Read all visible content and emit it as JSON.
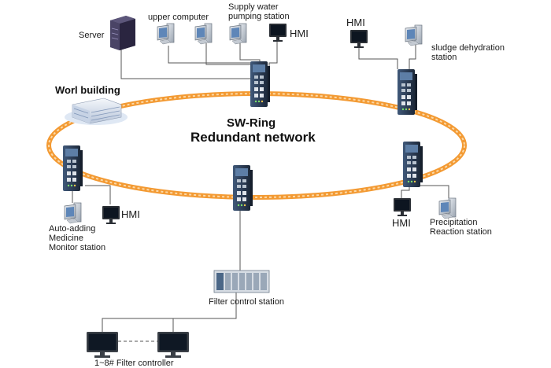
{
  "title": {
    "line1": "SW-Ring",
    "line2": "Redundant network"
  },
  "labels": {
    "server": "Server",
    "upper_computer": "upper computer",
    "supply_water_1": "Supply water",
    "supply_water_2": "pumping station",
    "hmi_top": "HMI",
    "hmi_top_right": "HMI",
    "sludge_1": "sludge dehydration",
    "sludge_2": "station",
    "world_building": "Worl building",
    "auto_1": "Auto-adding",
    "auto_2": "Medicine",
    "auto_3": "Monitor station",
    "hmi_left": "HMI",
    "hmi_right": "HMI",
    "precip_1": "Precipitation",
    "precip_2": "Reaction station",
    "filter_control": "Filter control station",
    "filter_controller": "1~8# Filter controller"
  },
  "colors": {
    "ring_outer": "#f39a33",
    "ring_inner": "#f8c98a",
    "switch_body": "#2a3a52",
    "switch_side": "#4c6b8f",
    "monitor_frame": "#5a5f66",
    "screen": "#1c2a3a",
    "line": "#555555"
  },
  "icons": [
    "server-icon",
    "monitor-icon",
    "industrial-switch-icon",
    "building-icon",
    "filter-control-station-icon",
    "desktop-pc-icon"
  ]
}
